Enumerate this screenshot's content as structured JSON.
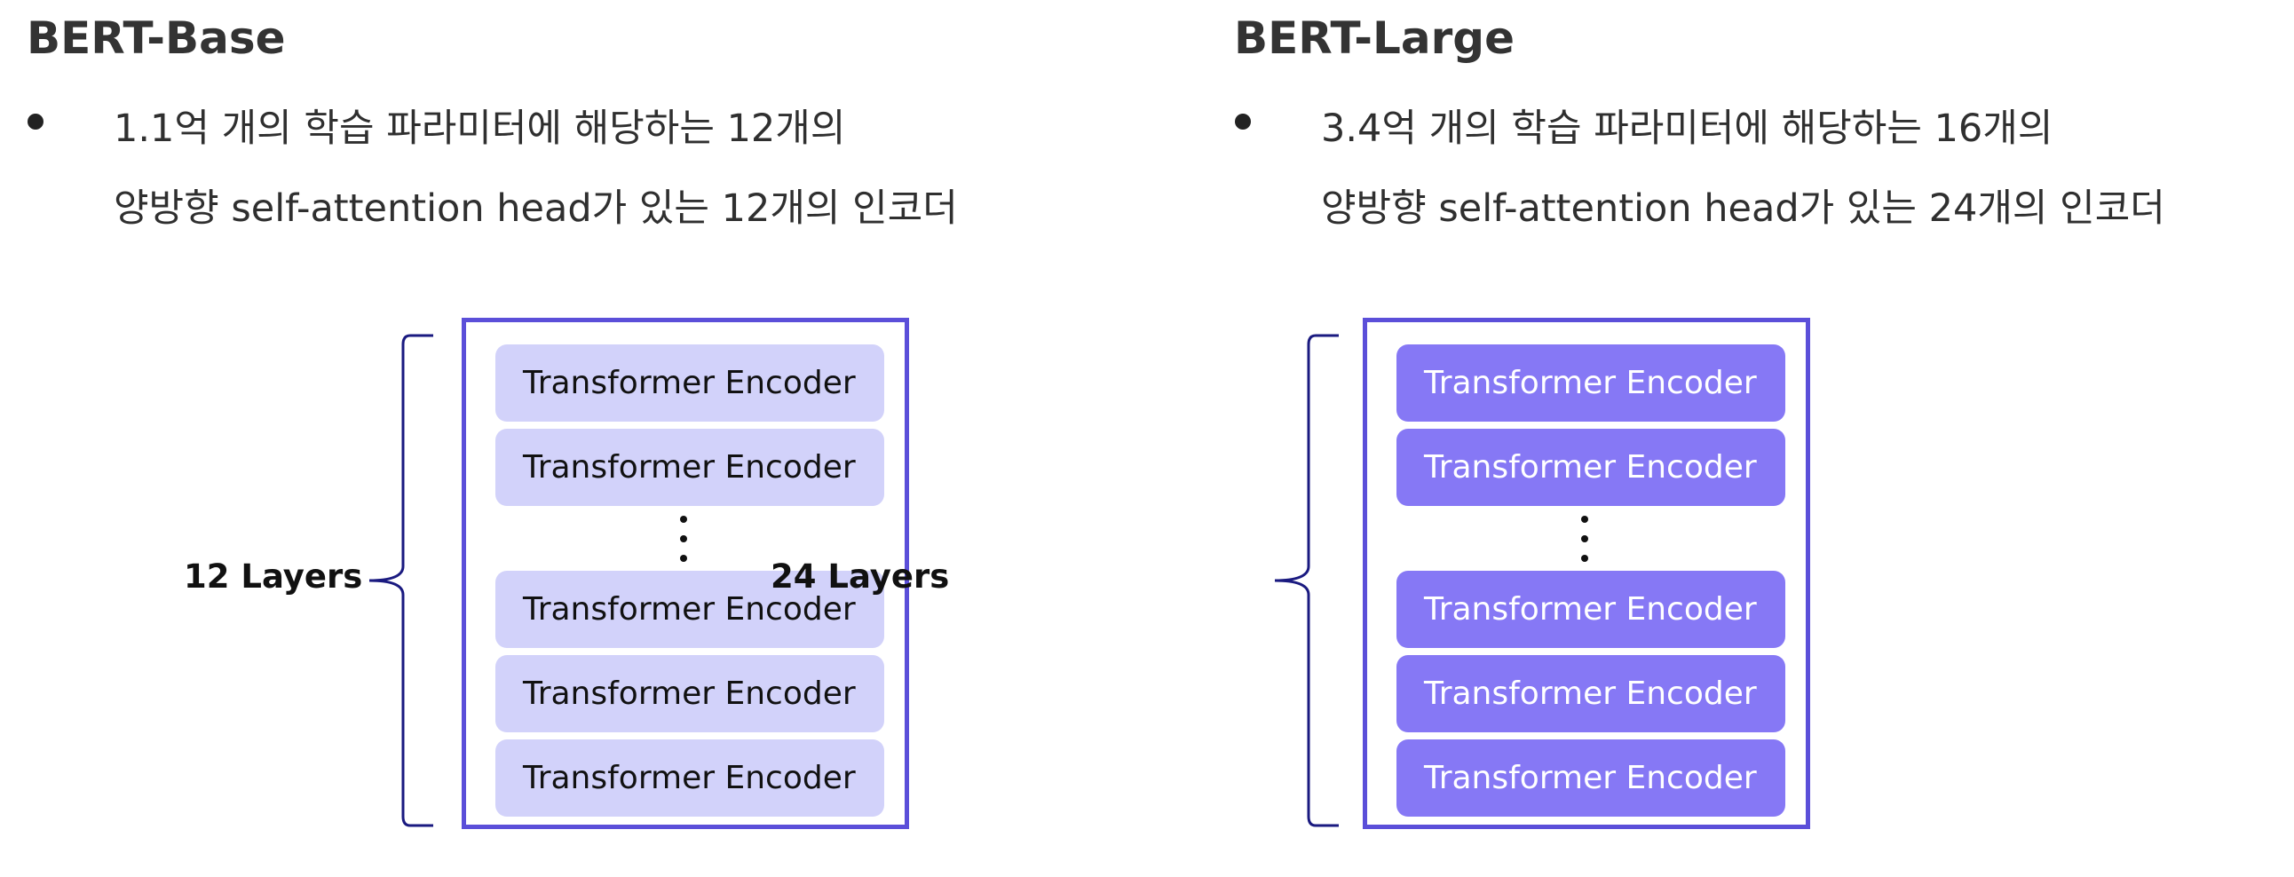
{
  "colors": {
    "box_border": "#5b4fd9",
    "base_encoder_fill": "#d2d2fa",
    "large_encoder_fill": "#8678f5",
    "brace": "#1a1a80"
  },
  "base": {
    "title": "BERT-Base",
    "desc_line1": "1.1억 개의 학습 파라미터에 해당하는 12개의",
    "desc_line2": "양방향 self-attention head가 있는 12개의 인코더",
    "layers_label": "12 Layers",
    "encoders": [
      "Transformer Encoder",
      "Transformer Encoder",
      "Transformer Encoder",
      "Transformer Encoder",
      "Transformer Encoder"
    ]
  },
  "large": {
    "title": "BERT-Large",
    "desc_line1": "3.4억 개의 학습 파라미터에 해당하는 16개의",
    "desc_line2": "양방향 self-attention head가 있는 24개의 인코더",
    "layers_label": "24 Layers",
    "encoders": [
      "Transformer Encoder",
      "Transformer Encoder",
      "Transformer Encoder",
      "Transformer Encoder",
      "Transformer Encoder"
    ]
  }
}
